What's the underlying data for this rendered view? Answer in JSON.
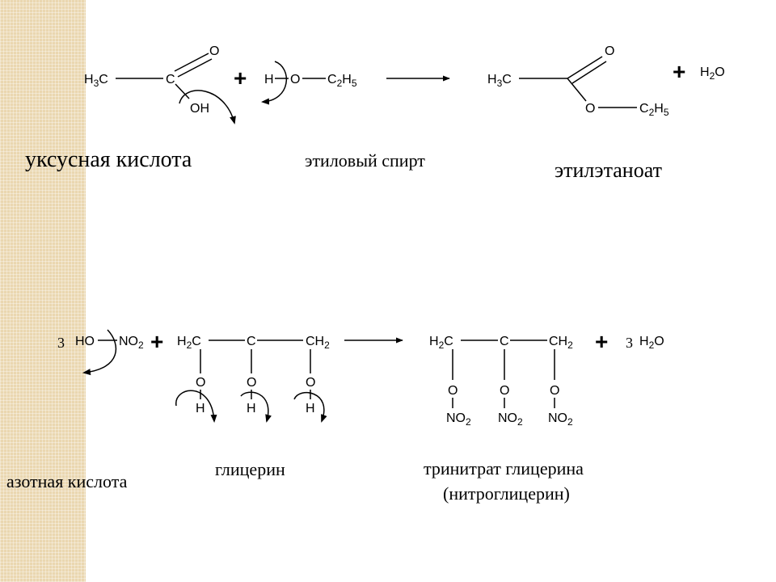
{
  "reactions": {
    "esterification": {
      "acid": {
        "h": "H",
        "three": "3",
        "c": "C",
        "o_double": "O",
        "oh": "OH"
      },
      "alcohol": {
        "h": "H",
        "o": "O",
        "c": "C",
        "two": "2",
        "h2": "H",
        "five": "5"
      },
      "ester": {
        "h": "H",
        "three": "3",
        "c": "C",
        "o_double": "O",
        "o": "O",
        "c2": "C",
        "two": "2",
        "h2": "H",
        "five": "5"
      },
      "plus": "+",
      "water": {
        "h": "H",
        "two": "2",
        "o": "O"
      },
      "labels": {
        "acid": "уксусная кислота",
        "alcohol": "этиловый спирт",
        "ester": "этилэтаноат"
      }
    },
    "nitration": {
      "coef_acid": "3",
      "acid": {
        "ho": "HO",
        "no": "NO",
        "two": "2"
      },
      "glycerol": {
        "h": "H",
        "two": "2",
        "c": "C",
        "ch": "CH",
        "o": "O",
        "oh_h": "H"
      },
      "product": {
        "h": "H",
        "two": "2",
        "c": "C",
        "ch": "CH",
        "o": "O",
        "no": "NO"
      },
      "plus": "+",
      "coef_water": "3",
      "water": {
        "h": "H",
        "two": "2",
        "o": "O"
      },
      "labels": {
        "acid": "азотная кислота",
        "glycerol": "глицерин",
        "product_line1": "тринитрат глицерина",
        "product_line2": "(нитроглицерин)"
      }
    }
  }
}
